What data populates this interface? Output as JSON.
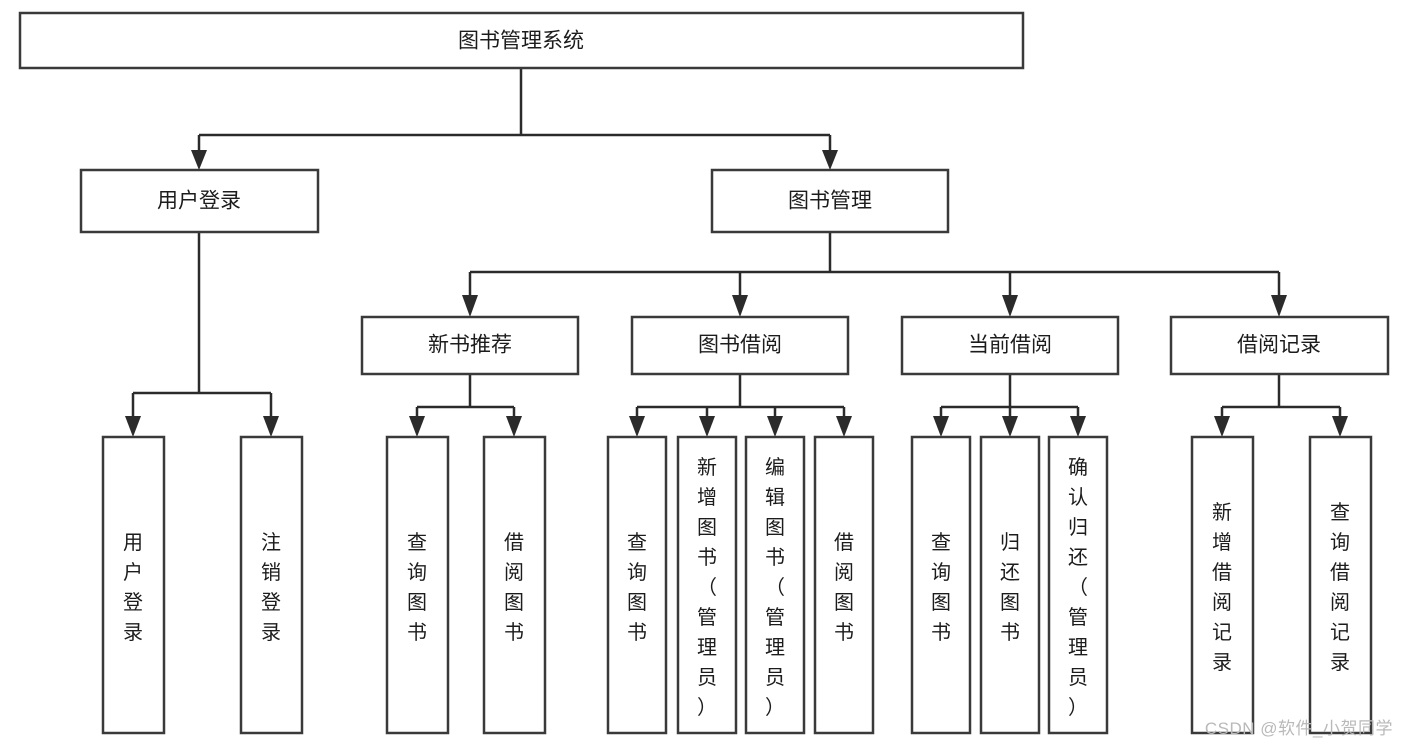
{
  "diagram": {
    "type": "tree",
    "title": "图书管理系统",
    "watermark": "CSDN @软件_小贺同学",
    "colors": {
      "box_fill": "#ffffff",
      "box_stroke": "#3a3a3a",
      "edge": "#2b2b2b",
      "text": "#1c1c1c",
      "watermark": "#b9b9b9",
      "background": "#ffffff"
    },
    "root": {
      "label": "图书管理系统"
    },
    "level2": [
      {
        "label": "用户登录"
      },
      {
        "label": "图书管理"
      }
    ],
    "level3": [
      {
        "label": "新书推荐"
      },
      {
        "label": "图书借阅"
      },
      {
        "label": "当前借阅"
      },
      {
        "label": "借阅记录"
      }
    ],
    "leaves": {
      "user_login": [
        {
          "label": "用户登录"
        },
        {
          "label": "注销登录"
        }
      ],
      "new_book_recommend": [
        {
          "label": "查询图书"
        },
        {
          "label": "借阅图书"
        }
      ],
      "book_borrow": [
        {
          "label": "查询图书"
        },
        {
          "label": "新增图书（管理员）"
        },
        {
          "label": "编辑图书（管理员）"
        },
        {
          "label": "借阅图书"
        }
      ],
      "current_borrow": [
        {
          "label": "查询图书"
        },
        {
          "label": "归还图书"
        },
        {
          "label": "确认归还（管理员）"
        }
      ],
      "borrow_record": [
        {
          "label": "新增借阅记录"
        },
        {
          "label": "查询借阅记录"
        }
      ]
    }
  }
}
